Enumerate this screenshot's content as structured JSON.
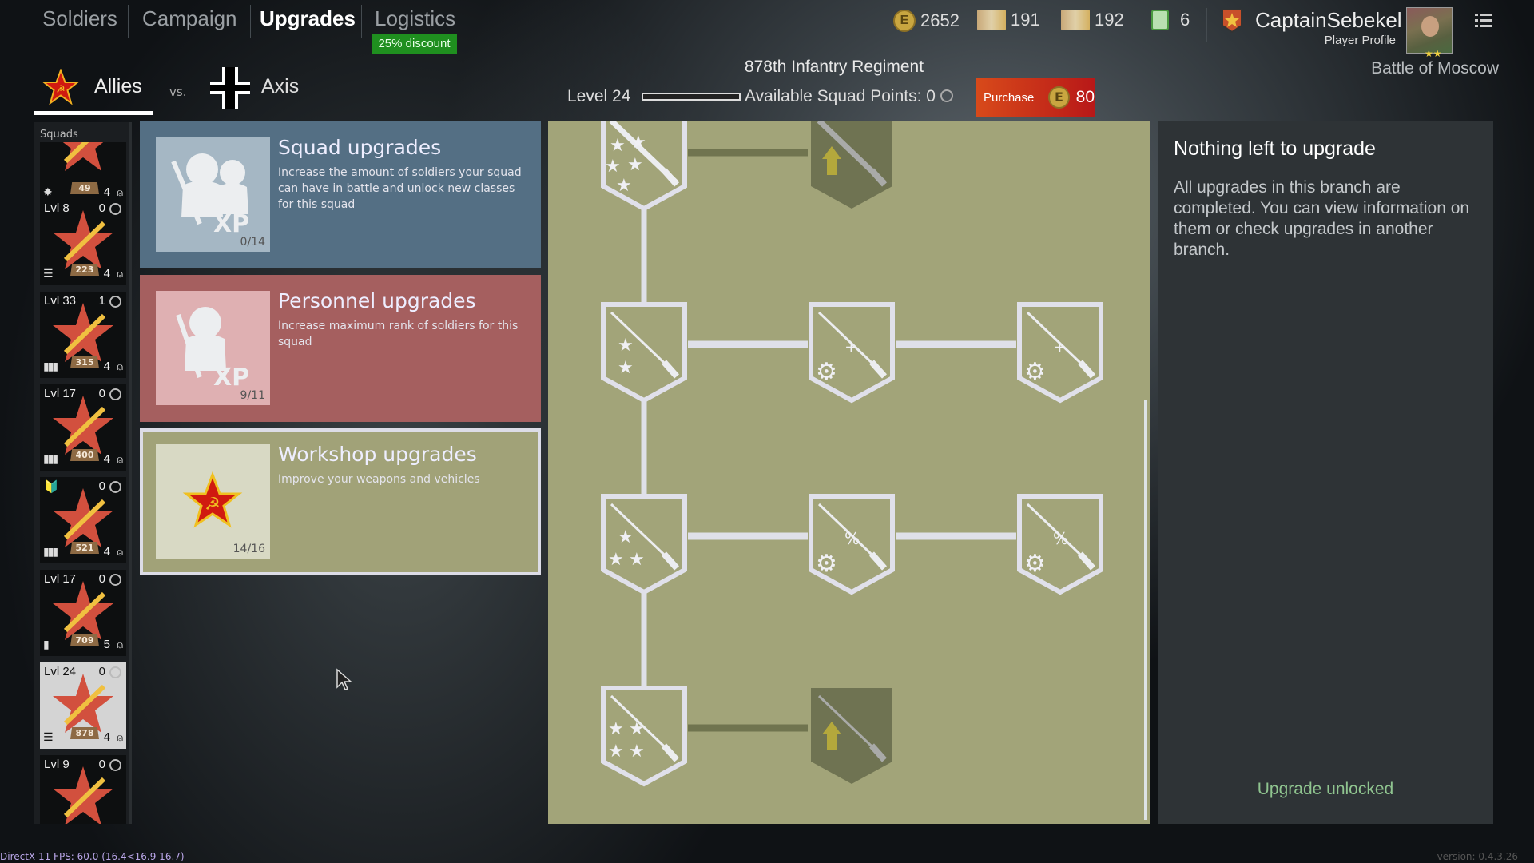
{
  "nav": {
    "tabs": [
      {
        "label": "Soldiers"
      },
      {
        "label": "Campaign"
      },
      {
        "label": "Upgrades",
        "active": true
      },
      {
        "label": "Logistics"
      }
    ],
    "discount": "25% discount"
  },
  "resources": {
    "gold": "2652",
    "weapon_cards": "191",
    "soldier_cards": "192",
    "boosters": "6"
  },
  "profile": {
    "name": "CaptainSebekel",
    "subtitle": "Player Profile",
    "campaign": "Battle of Moscow"
  },
  "factions": {
    "allies": "Allies",
    "vs": "vs.",
    "axis": "Axis"
  },
  "regiment": {
    "name": "878th Infantry Regiment",
    "level": "Level 24",
    "level_progress": 0,
    "squad_points": "Available Squad Points: 0",
    "purchase": "Purchase",
    "price": "80"
  },
  "squads": {
    "label": "Squads",
    "items": [
      {
        "level": "",
        "points": "",
        "icon": "explosion",
        "count": "49",
        "soldiers": "4"
      },
      {
        "level": "Lvl 8",
        "points": "0",
        "icon": "list",
        "count": "223",
        "soldiers": "4"
      },
      {
        "level": "Lvl 33",
        "points": "1",
        "icon": "ammo",
        "count": "315",
        "soldiers": "4"
      },
      {
        "level": "Lvl 17",
        "points": "0",
        "icon": "ammo",
        "count": "400",
        "soldiers": "4"
      },
      {
        "level": "",
        "points": "0",
        "icon": "ammo",
        "count": "521",
        "soldiers": "4",
        "rank_badge": true
      },
      {
        "level": "Lvl 17",
        "points": "0",
        "icon": "bullet",
        "count": "709",
        "soldiers": "5"
      },
      {
        "level": "Lvl 24",
        "points": "0",
        "icon": "list",
        "count": "878",
        "soldiers": "4",
        "selected": true
      },
      {
        "level": "Lvl 9",
        "points": "0",
        "icon": "",
        "count": "",
        "soldiers": ""
      }
    ]
  },
  "upgrades": [
    {
      "title": "Squad upgrades",
      "desc": "Increase the amount of soldiers your squad can have in battle and unlock new classes for this squad",
      "progress": "0/14",
      "color": "#546f84",
      "box": "#a5b7c4"
    },
    {
      "title": "Personnel upgrades",
      "desc": "Increase maximum rank of soldiers for this squad",
      "progress": "9/11",
      "color": "#a55f5f",
      "box": "#dfb0b2"
    },
    {
      "title": "Workshop upgrades",
      "desc": "Improve your weapons and vehicles",
      "progress": "14/16",
      "color": "#a1a278",
      "box": "#d8d9c4",
      "selected": true
    }
  ],
  "tree": {
    "nodes": [
      {
        "row": 0,
        "col": 0,
        "icon": "smg-stars-5",
        "state": "done"
      },
      {
        "row": 0,
        "col": 1,
        "icon": "smg-upgrade",
        "state": "locked"
      },
      {
        "row": 1,
        "col": 0,
        "icon": "rifle-stars-2",
        "state": "done"
      },
      {
        "row": 1,
        "col": 1,
        "icon": "rifle-gear-plus",
        "state": "done"
      },
      {
        "row": 1,
        "col": 2,
        "icon": "rifle-gear-plus",
        "state": "done"
      },
      {
        "row": 2,
        "col": 0,
        "icon": "rifle-stars-3",
        "state": "done"
      },
      {
        "row": 2,
        "col": 1,
        "icon": "rifle-gear-percent",
        "state": "done"
      },
      {
        "row": 2,
        "col": 2,
        "icon": "rifle-gear-percent",
        "state": "done"
      },
      {
        "row": 3,
        "col": 0,
        "icon": "rifle-stars-4",
        "state": "done"
      },
      {
        "row": 3,
        "col": 1,
        "icon": "rifle-upgrade",
        "state": "locked"
      }
    ]
  },
  "info": {
    "title": "Nothing left to upgrade",
    "desc": "All upgrades in this branch are completed. You can view information on them or check upgrades in another branch.",
    "status": "Upgrade unlocked"
  },
  "footer": {
    "fps": "DirectX 11 FPS: 60.0 (16.4<16.9 16.7)",
    "version": "version: 0.4.3.26"
  }
}
